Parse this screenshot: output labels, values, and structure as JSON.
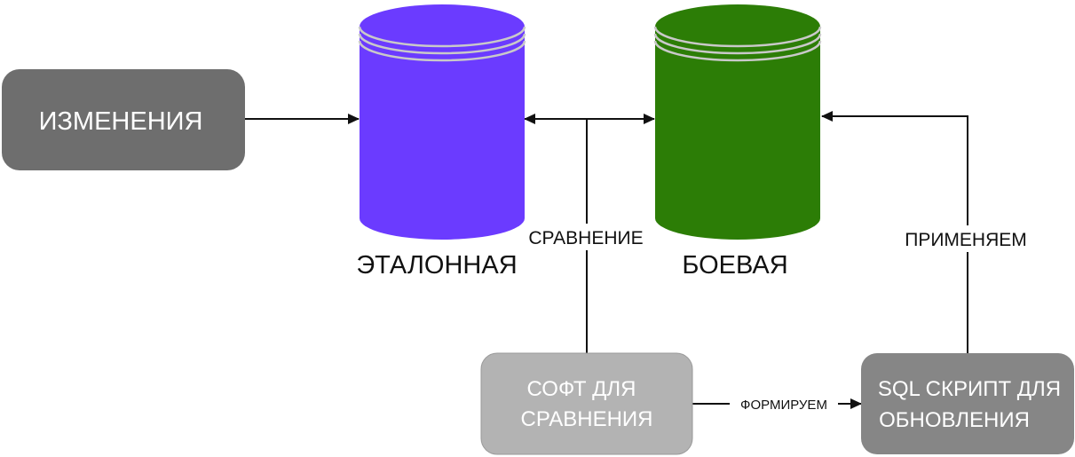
{
  "nodes": {
    "changes": {
      "label": "ИЗМЕНЕНИЯ",
      "color": "#6e6e6e"
    },
    "reference_db": {
      "label": "ЭТАЛОННАЯ",
      "color": "#6b3bff"
    },
    "production_db": {
      "label": "БОЕВАЯ",
      "color": "#2c7d06"
    },
    "compare_soft": {
      "line1": "СОФТ ДЛЯ",
      "line2": "СРАВНЕНИЯ",
      "color": "#b3b3b3"
    },
    "sql_script": {
      "line1": "SQL СКРИПТ ДЛЯ",
      "line2": "ОБНОВЛЕНИЯ",
      "color": "#868686"
    }
  },
  "edges": {
    "compare": "СРАВНЕНИЕ",
    "generates": "ФОРМИРУЕМ",
    "apply": "ПРИМЕНЯЕМ"
  }
}
